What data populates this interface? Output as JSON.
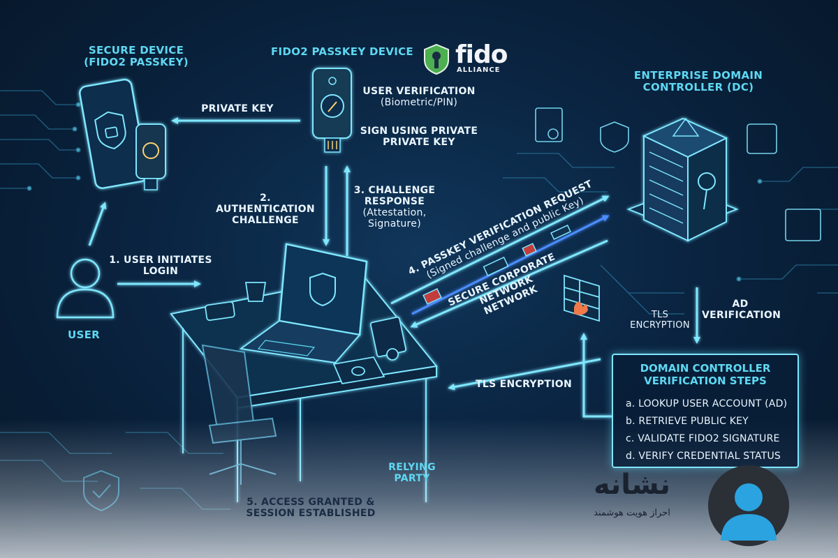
{
  "labels": {
    "secure_device": [
      "SECURE DEVICE",
      "(FIDO2 PASSKEY)"
    ],
    "fido2_device": "FIDO2 PASSKEY DEVICE",
    "user_verification": "USER VERIFICATION",
    "biometric_pin": "(Biometric/PIN)",
    "sign_private": [
      "SIGN USING PRIVATE",
      "PRIVATE KEY"
    ],
    "private_key": "PRIVATE KEY",
    "enterprise_dc": [
      "ENTERPRISE DOMAIN",
      "CONTROLLER (DC)"
    ],
    "auth_challenge": [
      "2. AUTHENTICATION",
      "CHALLENGE"
    ],
    "challenge_response": [
      "3. CHALLENGE",
      "RESPONSE"
    ],
    "attestation": [
      "(Attestation,",
      "Signature)"
    ],
    "user_initiates": [
      "1. USER INITIATES",
      "LOGIN"
    ],
    "user": "USER",
    "passkey_request": "4. PASSKEY VERIFICATION REQUEST",
    "passkey_request_sub": "(Signed challenge and public Key)",
    "secure_network": [
      "SECURE CORPORATE NETWORK",
      "NETWORK"
    ],
    "tls_encryption_right": [
      "TLS",
      "ENCRYPTION"
    ],
    "ad_verification": [
      "AD",
      "VERIFICATION"
    ],
    "tls_encryption_bottom": "TLS ENCRYPTION",
    "relying_party": [
      "RELYING",
      "PARTY"
    ],
    "access_granted": [
      "5. ACCESS GRANTED &",
      "SESSION ESTABLISHED"
    ]
  },
  "dc_steps": {
    "title": [
      "DOMAIN CONTROLLER",
      "VERIFICATION STEPS"
    ],
    "items": [
      "a. LOOKUP USER ACCOUNT (AD)",
      "b. RETRIEVE PUBLIC KEY",
      "c. VALIDATE FIDO2 SIGNATURE",
      "d. VERIFY CREDENTIAL STATUS"
    ]
  },
  "logos": {
    "fido": "fido",
    "fido_sub": "ALLIANCE",
    "brand": "نشانه",
    "brand_tagline": "احراز هویت هوشمند"
  },
  "colors": {
    "accent": "#5fd8f2",
    "glow": "#7fe7ff",
    "background": "#0a2441",
    "fido_green": "#4caf50",
    "brand_blue": "#2aa3e0"
  }
}
